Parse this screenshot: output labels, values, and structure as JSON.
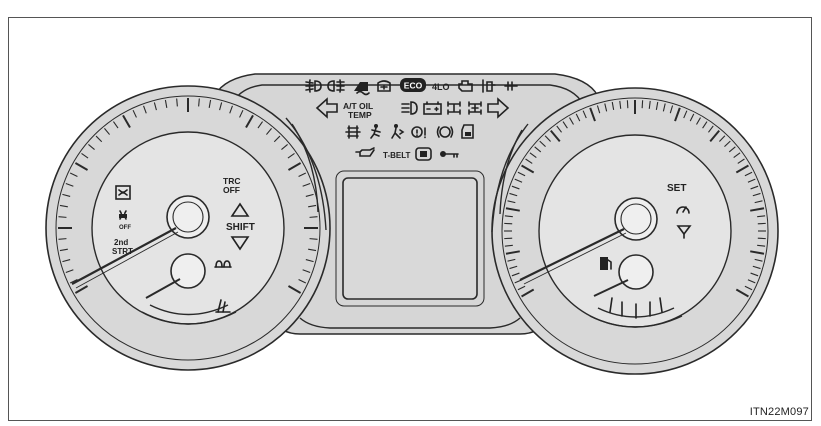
{
  "figure_id": "ITN22M097",
  "colors": {
    "line": "#2a2a2a",
    "gauge_fill": "#d8d8d8",
    "inner_fill": "#e4e4e4",
    "screen_fill": "#dadada",
    "background": "#ffffff"
  },
  "tachometer": {
    "labels": {
      "trc": "TRC",
      "trc_off": "OFF",
      "shift": "SHIFT",
      "second_start_top": "2nd",
      "second_start_bottom": "STRT",
      "stability_off": "OFF"
    },
    "icons": [
      "trailer-sway-icon",
      "vsc-off-icon",
      "shift-up-icon",
      "shift-down-icon",
      "glow-plug-icon"
    ]
  },
  "speedometer": {
    "labels": {
      "set": "SET"
    },
    "icons": [
      "cruise-control-icon",
      "washer-fluid-icon",
      "fuel-pump-icon"
    ]
  },
  "warning_lights": {
    "row1": {
      "eco": "ECO",
      "four_lo": "4LO"
    },
    "row2": {
      "at_oil_top": "A/T OIL",
      "at_oil_bottom": "TEMP"
    },
    "row4": {
      "tbelt": "T-BELT"
    }
  }
}
